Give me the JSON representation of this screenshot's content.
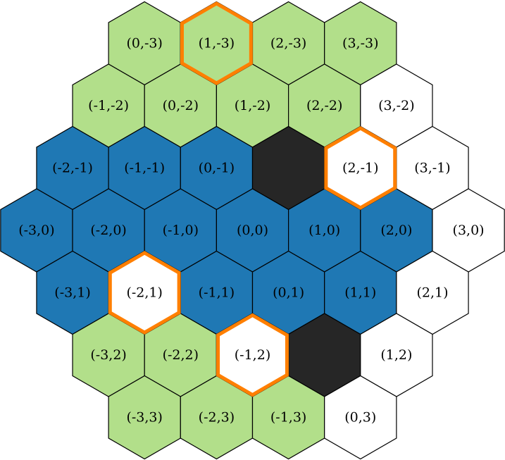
{
  "colors": {
    "green": "#b2df8a",
    "blue": "#1f78b4",
    "white": "#ffffff",
    "black": "#262626",
    "outline": "#000000",
    "highlight": "#ff7f00"
  },
  "cells": [
    {
      "q": 0,
      "r": -3,
      "label": "(0,-3)",
      "fill": "green"
    },
    {
      "q": 1,
      "r": -3,
      "label": "(1,-3)",
      "fill": "green",
      "highlight": true
    },
    {
      "q": 2,
      "r": -3,
      "label": "(2,-3)",
      "fill": "green"
    },
    {
      "q": 3,
      "r": -3,
      "label": "(3,-3)",
      "fill": "green"
    },
    {
      "q": -1,
      "r": -2,
      "label": "(-1,-2)",
      "fill": "green"
    },
    {
      "q": 0,
      "r": -2,
      "label": "(0,-2)",
      "fill": "green"
    },
    {
      "q": 1,
      "r": -2,
      "label": "(1,-2)",
      "fill": "green"
    },
    {
      "q": 2,
      "r": -2,
      "label": "(2,-2)",
      "fill": "green"
    },
    {
      "q": 3,
      "r": -2,
      "label": "(3,-2)",
      "fill": "white"
    },
    {
      "q": -2,
      "r": -1,
      "label": "(-2,-1)",
      "fill": "blue"
    },
    {
      "q": -1,
      "r": -1,
      "label": "(-1,-1)",
      "fill": "blue"
    },
    {
      "q": 0,
      "r": -1,
      "label": "(0,-1)",
      "fill": "blue"
    },
    {
      "q": 1,
      "r": -1,
      "label": "",
      "fill": "black"
    },
    {
      "q": 2,
      "r": -1,
      "label": "(2,-1)",
      "fill": "white",
      "highlight": true
    },
    {
      "q": 3,
      "r": -1,
      "label": "(3,-1)",
      "fill": "white"
    },
    {
      "q": -3,
      "r": 0,
      "label": "(-3,0)",
      "fill": "blue"
    },
    {
      "q": -2,
      "r": 0,
      "label": "(-2,0)",
      "fill": "blue"
    },
    {
      "q": -1,
      "r": 0,
      "label": "(-1,0)",
      "fill": "blue"
    },
    {
      "q": 0,
      "r": 0,
      "label": "(0,0)",
      "fill": "blue"
    },
    {
      "q": 1,
      "r": 0,
      "label": "(1,0)",
      "fill": "blue"
    },
    {
      "q": 2,
      "r": 0,
      "label": "(2,0)",
      "fill": "blue"
    },
    {
      "q": 3,
      "r": 0,
      "label": "(3,0)",
      "fill": "white"
    },
    {
      "q": -3,
      "r": 1,
      "label": "(-3,1)",
      "fill": "blue"
    },
    {
      "q": -2,
      "r": 1,
      "label": "(-2,1)",
      "fill": "white",
      "highlight": true
    },
    {
      "q": -1,
      "r": 1,
      "label": "(-1,1)",
      "fill": "blue"
    },
    {
      "q": 0,
      "r": 1,
      "label": "(0,1)",
      "fill": "blue"
    },
    {
      "q": 1,
      "r": 1,
      "label": "(1,1)",
      "fill": "blue"
    },
    {
      "q": 2,
      "r": 1,
      "label": "(2,1)",
      "fill": "white"
    },
    {
      "q": -3,
      "r": 2,
      "label": "(-3,2)",
      "fill": "green"
    },
    {
      "q": -2,
      "r": 2,
      "label": "(-2,2)",
      "fill": "green"
    },
    {
      "q": -1,
      "r": 2,
      "label": "(-1,2)",
      "fill": "white",
      "highlight": true
    },
    {
      "q": 0,
      "r": 2,
      "label": "",
      "fill": "black"
    },
    {
      "q": 1,
      "r": 2,
      "label": "(1,2)",
      "fill": "white"
    },
    {
      "q": -3,
      "r": 3,
      "label": "(-3,3)",
      "fill": "green"
    },
    {
      "q": -2,
      "r": 3,
      "label": "(-2,3)",
      "fill": "green"
    },
    {
      "q": -1,
      "r": 3,
      "label": "(-1,3)",
      "fill": "green"
    },
    {
      "q": 0,
      "r": 3,
      "label": "(0,3)",
      "fill": "white"
    }
  ]
}
